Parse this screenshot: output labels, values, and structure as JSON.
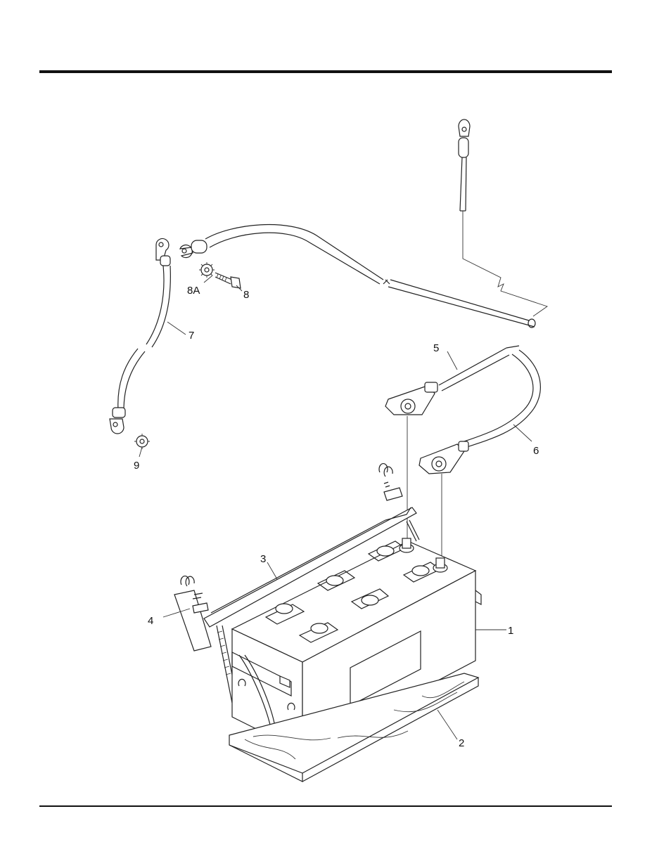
{
  "callouts": {
    "c1": "1",
    "c2": "2",
    "c3": "3",
    "c4": "4",
    "c5": "5",
    "c6": "6",
    "c7": "7",
    "c8": "8",
    "c8a": "8A",
    "c9": "9"
  },
  "colors": {
    "ink": "#222222",
    "paper": "#ffffff"
  }
}
